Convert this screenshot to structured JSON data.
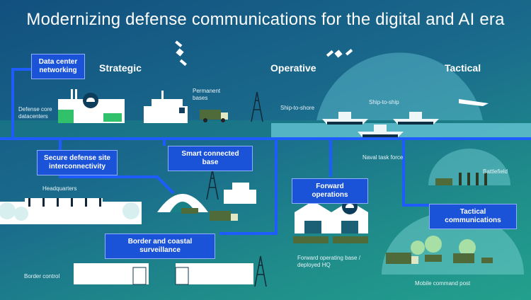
{
  "title": "Modernizing defense communications for the digital and AI era",
  "zones": {
    "strategic": "Strategic",
    "operative": "Operative",
    "tactical": "Tactical"
  },
  "tags": {
    "data_center": "Data center networking",
    "secure_site": "Secure defense site interconnectivity",
    "smart_base": "Smart connected base",
    "forward_ops": "Forward operations",
    "tactical_comms": "Tactical communications",
    "border_surveillance": "Border and coastal surveillance"
  },
  "labels": {
    "defense_core": "Defense core datacenters",
    "permanent_bases": "Permanent bases",
    "ship_to_shore": "Ship-to-shore",
    "ship_to_ship": "Ship-to-ship",
    "naval_task_force": "Naval task force",
    "battlefield": "Battlefield",
    "headquarters": "Headquarters",
    "forward_operating_base": "Forward operating base / deployed HQ",
    "border_control": "Border control",
    "mobile_command_post": "Mobile command post"
  },
  "colors": {
    "network_line": "#1f5cff",
    "tag_bg": "#1a52d8",
    "building": "#ffffff",
    "vehicle": "#4f6b3a"
  }
}
